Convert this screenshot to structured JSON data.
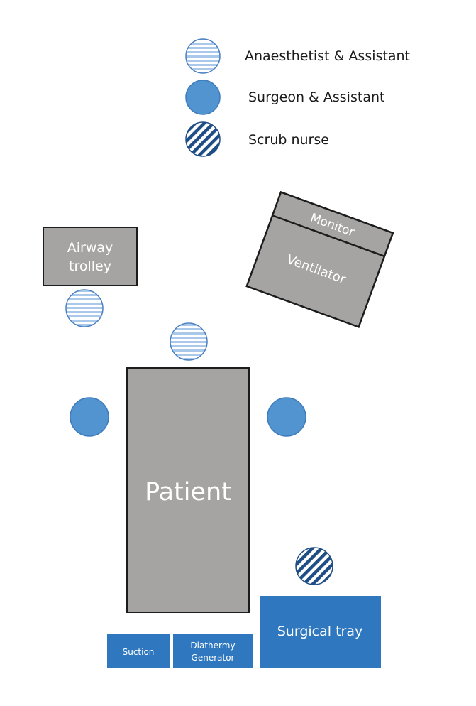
{
  "legend": {
    "anaesthetist": "Anaesthetist & Assistant",
    "surgeon": "Surgeon & Assistant",
    "scrub": "Scrub nurse"
  },
  "equipment": {
    "airway_trolley_line1": "Airway",
    "airway_trolley_line2": "trolley",
    "monitor": "Monitor",
    "ventilator": "Ventilator",
    "patient": "Patient",
    "suction": "Suction",
    "diathermy_line1": "Diathermy",
    "diathermy_line2": "Generator",
    "surgical_tray": "Surgical tray"
  },
  "colors": {
    "grey_fill": "#a6a4a2",
    "dark_stroke": "#1c1c1c",
    "surgeon_blue": "#5294cf",
    "stripe_light": "#a9c8ea",
    "stripe_dark": "#1f4e86",
    "equipment_blue": "#2f78bf"
  }
}
